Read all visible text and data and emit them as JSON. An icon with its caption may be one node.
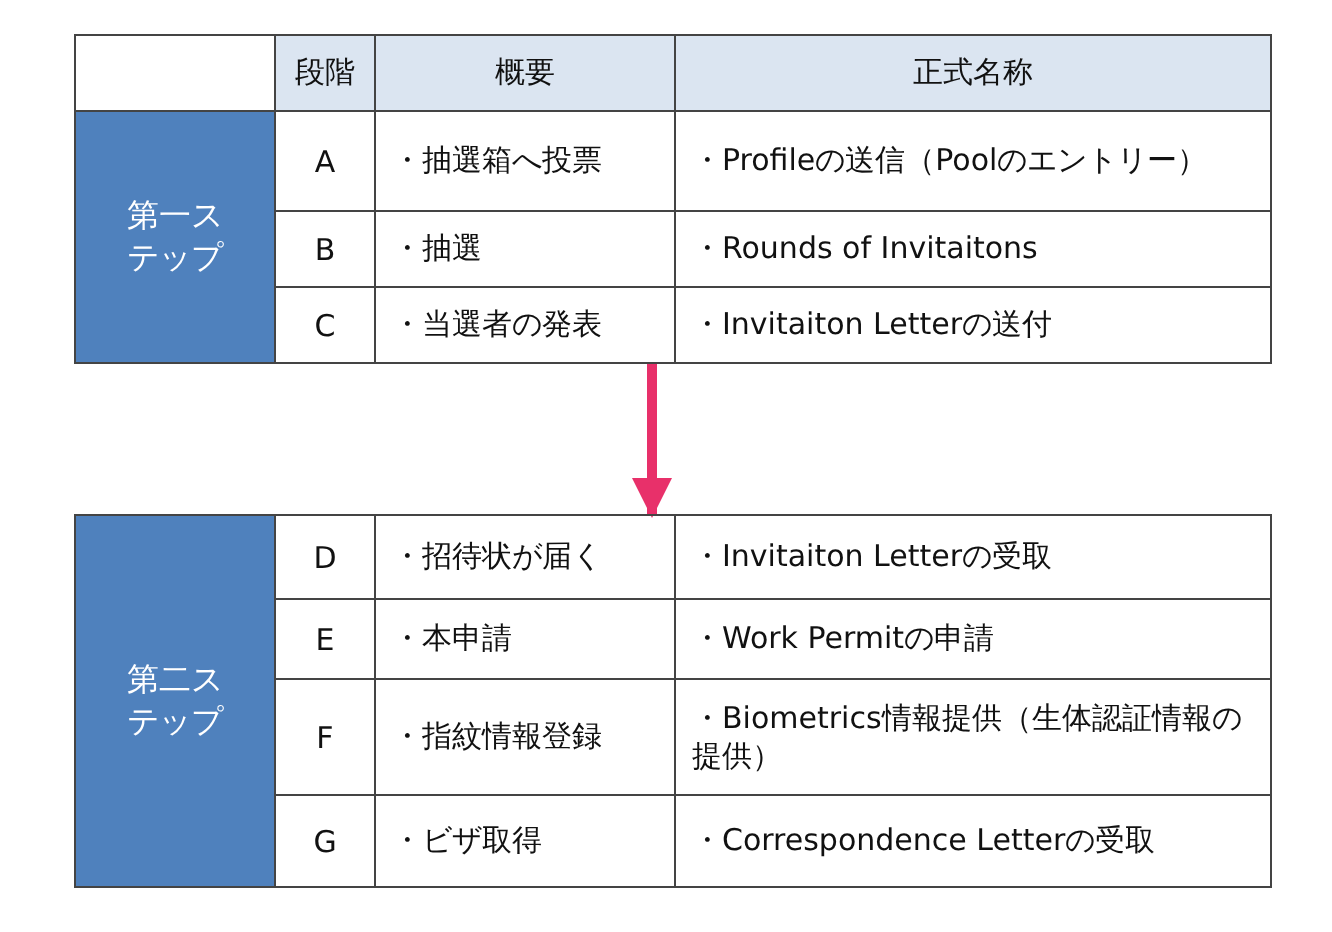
{
  "diagram": {
    "nodes": [
      {
        "text": [
          "段階",
          "概要",
          "正式名称",
          "第一ステップ",
          "A",
          "・抽選箱へ投票",
          "・Profileの送信（Poolのエントリー）",
          "B",
          "・抽選",
          "・Rounds of Invitaitons",
          "C",
          "・当選者の発表",
          "・Invitaiton Letterの送付"
        ]
      },
      {
        "text": [
          "第二ステップ",
          "D",
          "・招待状が届く",
          "・Invitaiton Letterの受取",
          "E",
          "・本申請",
          "・Work Permitの申請",
          "F",
          "・指紋情報登録",
          "・Biometrics情報提供（生体認証情報の提供）",
          "G",
          "・ビザ取得",
          "・Correspondence Letterの受取"
        ]
      }
    ],
    "edges": [
      {
        "from": 0,
        "to": 1,
        "arrow": "to"
      }
    ]
  }
}
